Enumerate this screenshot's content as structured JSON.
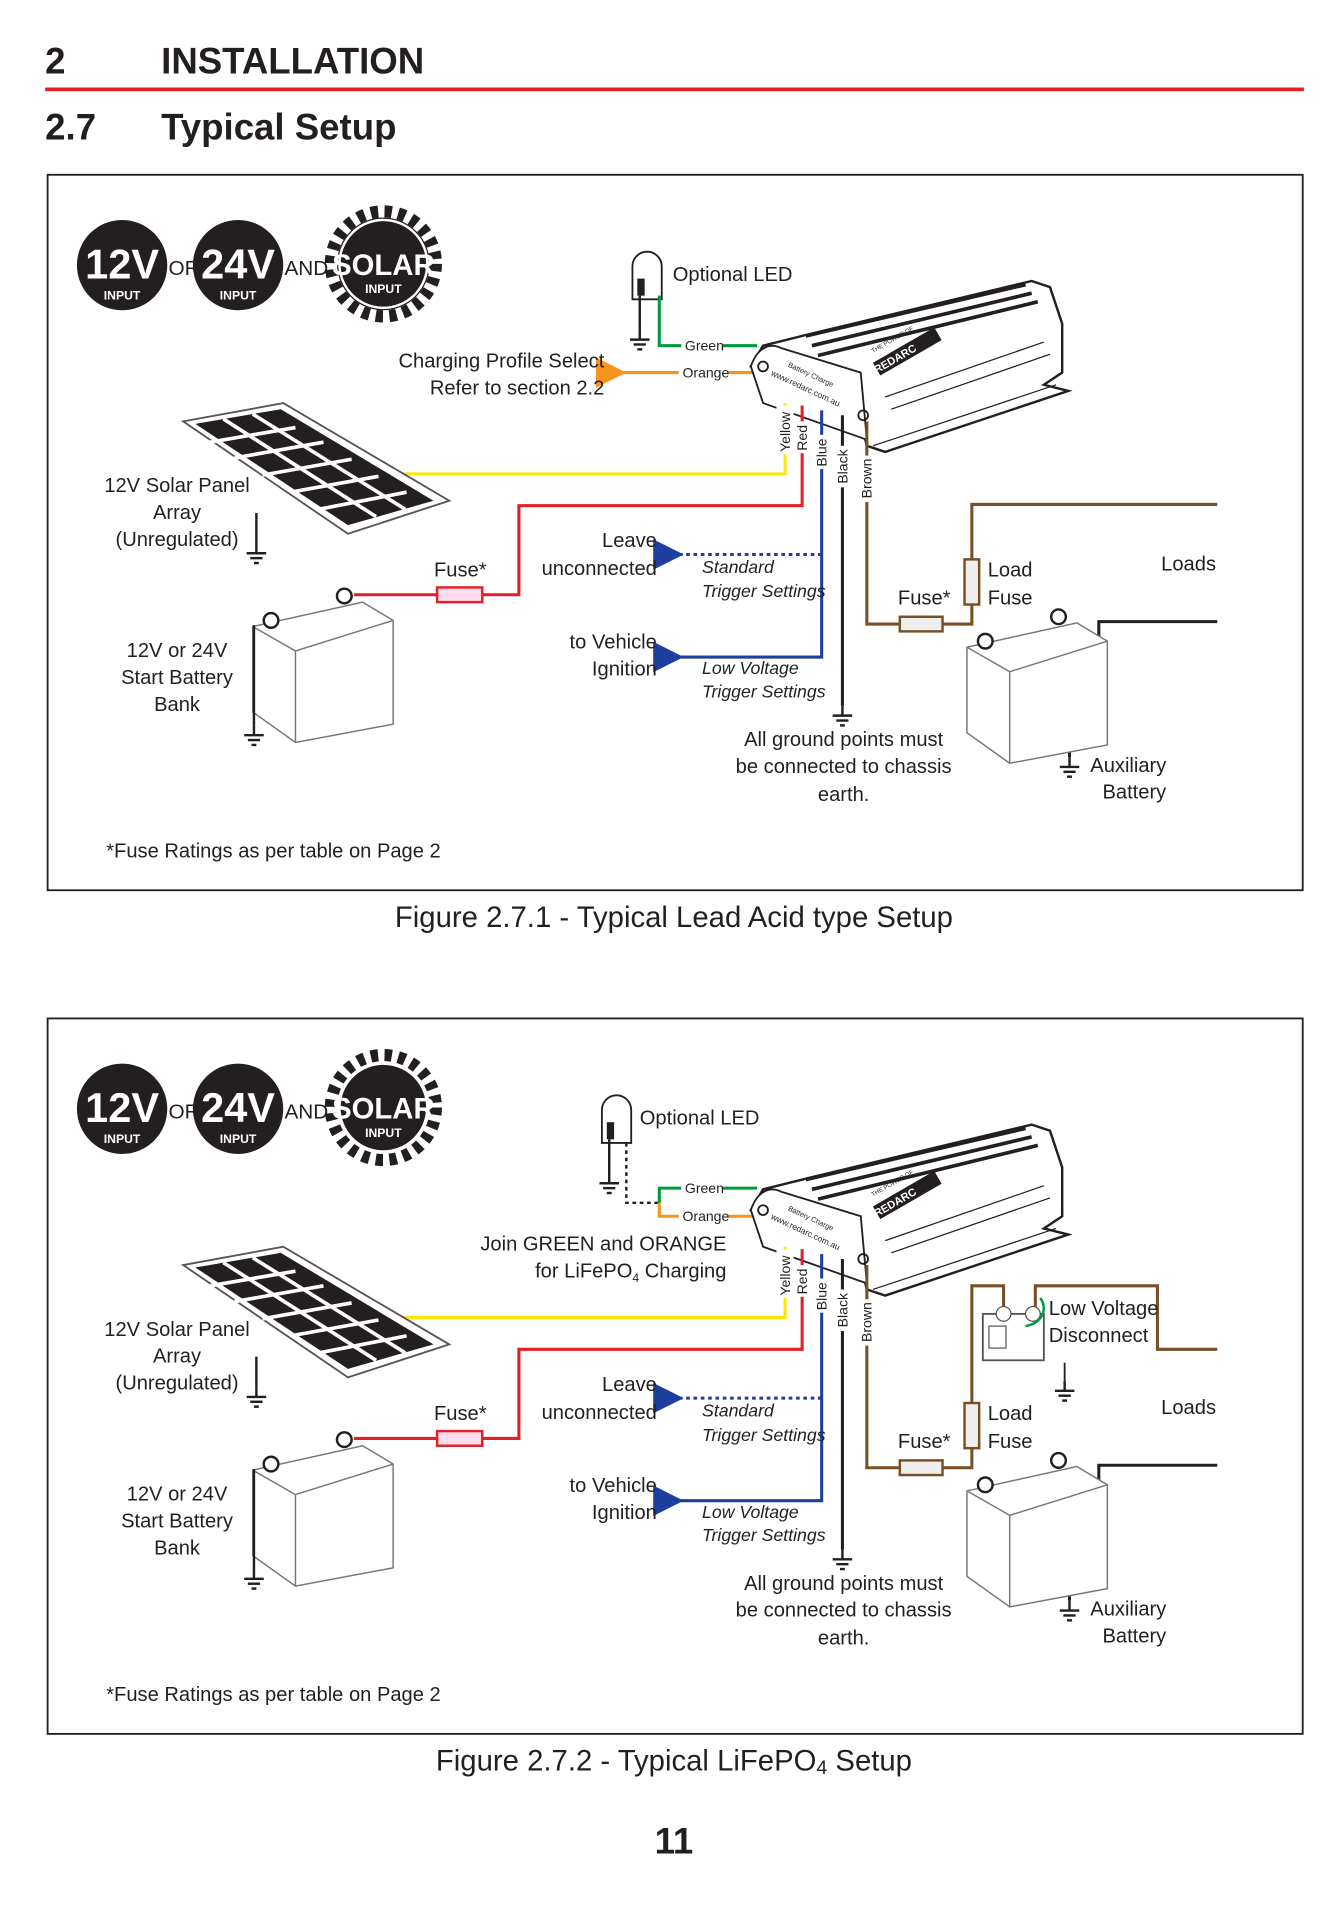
{
  "header": {
    "section_number": "2",
    "section_title": "INSTALLATION",
    "sub_number": "2.7",
    "sub_title": "Typical Setup"
  },
  "badges": {
    "v12": "12V",
    "v24": "24V",
    "solar": "SOLAR",
    "input": "INPUT",
    "or": "OR",
    "and": "AND"
  },
  "colors": {
    "accent_red": "#e31e24",
    "wire_yellow": "#ffe600",
    "wire_red": "#e31e24",
    "wire_blue": "#1d3f9e",
    "wire_black": "#231f20",
    "wire_brown": "#7a4e24",
    "wire_green": "#009a3e",
    "wire_orange": "#f7941d"
  },
  "wires": {
    "green": "Green",
    "orange": "Orange",
    "yellow": "Yellow",
    "red": "Red",
    "blue": "Blue",
    "black": "Black",
    "brown": "Brown"
  },
  "device": {
    "brand": "REDARC",
    "tagline": "THE POWER OF",
    "website": "www.redarc.com.au",
    "product": "Battery Charge"
  },
  "figure1": {
    "optional_led": "Optional LED",
    "profile_line1": "Charging Profile Select",
    "profile_line2": "Refer to section 2.2",
    "solar_line1": "12V Solar Panel",
    "solar_line2": "Array",
    "solar_line3": "(Unregulated)",
    "fuse": "Fuse*",
    "start_line1": "12V or 24V",
    "start_line2": "Start Battery",
    "start_line3": "Bank",
    "leave_line1": "Leave",
    "leave_line2": "unconnected",
    "standard_line1": "Standard",
    "standard_line2": "Trigger Settings",
    "ignition_line1": "to Vehicle",
    "ignition_line2": "Ignition",
    "lowv_line1": "Low Voltage",
    "lowv_line2": "Trigger Settings",
    "ground_line1": "All ground points must",
    "ground_line2": "be connected to chassis",
    "ground_line3": "earth.",
    "load_fuse_line1": "Load",
    "load_fuse_line2": "Fuse",
    "loads": "Loads",
    "aux_line1": "Auxiliary",
    "aux_line2": "Battery",
    "footnote": "*Fuse Ratings as per table on Page 2",
    "caption": "Figure 2.7.1 - Typical Lead Acid type Setup"
  },
  "figure2": {
    "optional_led": "Optional LED",
    "join_line1": "Join GREEN and ORANGE",
    "join_line2_a": "for LiFePO",
    "join_line2_sub": "4",
    "join_line2_b": " Charging",
    "lvd_line1": "Low Voltage",
    "lvd_line2": "Disconnect",
    "caption_a": "Figure 2.7.2 - Typical LiFePO",
    "caption_sub": "4",
    "caption_b": " Setup"
  },
  "page_number": "11"
}
